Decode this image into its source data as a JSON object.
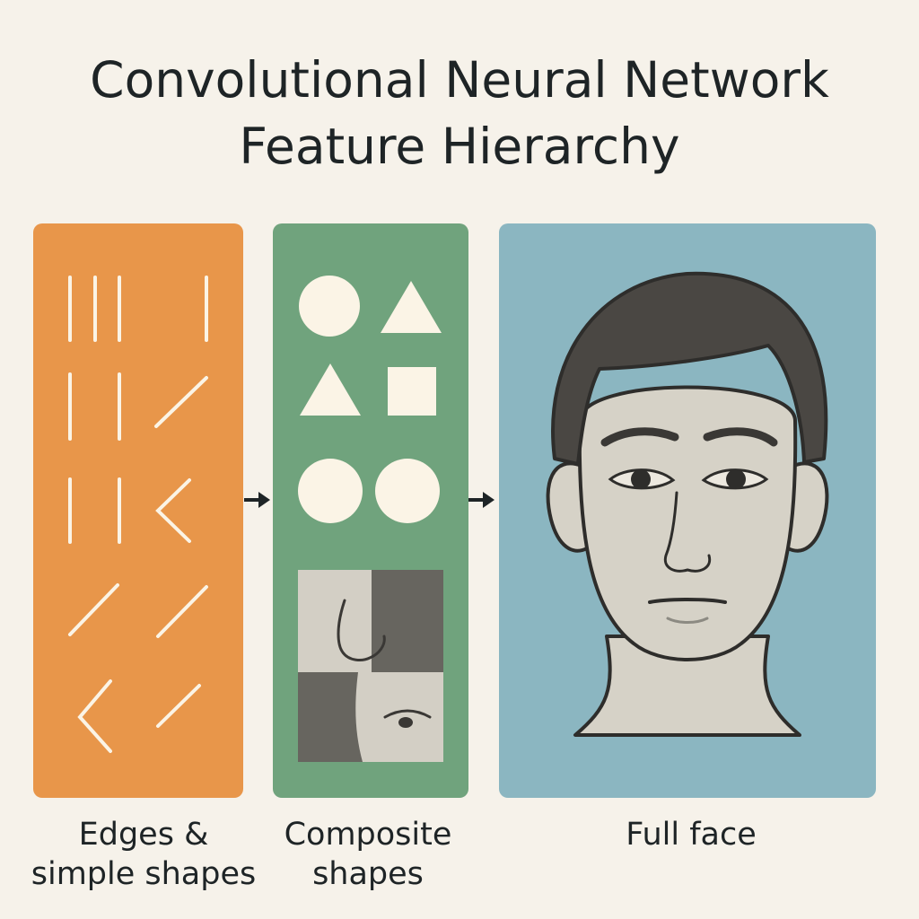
{
  "title": {
    "line1": "Convolutional Neural Network",
    "line2": "Feature Hierarchy"
  },
  "panels": [
    {
      "id": "edges",
      "caption_line1": "Edges &",
      "caption_line2": "simple shapes",
      "color": "#e8964a"
    },
    {
      "id": "composite",
      "caption_line1": "Composite",
      "caption_line2": "shapes",
      "color": "#70a37d"
    },
    {
      "id": "face",
      "caption_line1": "Full face",
      "caption_line2": "",
      "color": "#8bb6c1"
    }
  ],
  "colors": {
    "background": "#f6f2ea",
    "text": "#1e2426",
    "stroke": "#fbf4e6",
    "skin": "#d6d2c7",
    "hair": "#4a4743",
    "patch_dark": "#67655f"
  }
}
